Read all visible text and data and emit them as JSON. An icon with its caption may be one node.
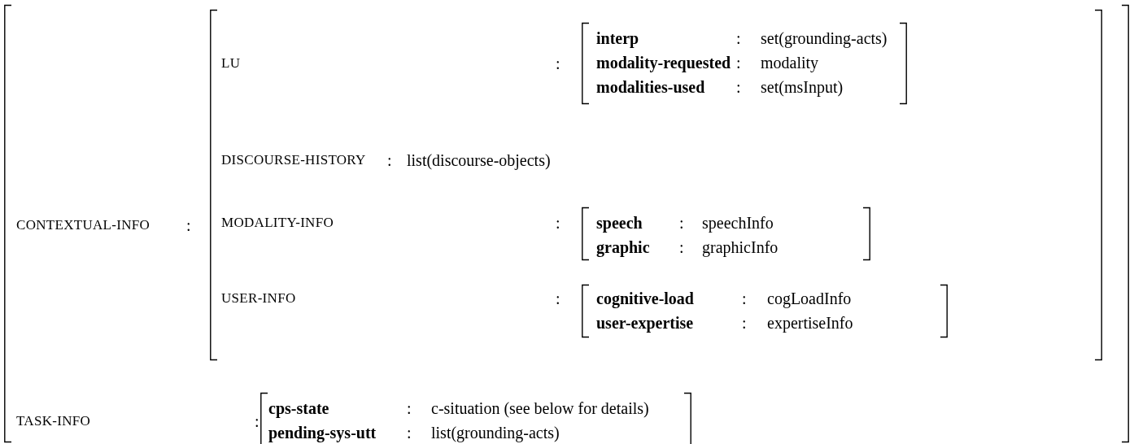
{
  "diagram": {
    "nodes": [
      {
        "text": [
          "CONTEXTUAL-INFO",
          ":",
          "TASK-INFO",
          ":"
        ]
      },
      {
        "text": [
          "LU",
          ":",
          "DISCOURSE-HISTORY",
          ":",
          "list(discourse-objects)",
          "MODALITY-INFO",
          ":",
          "USER-INFO",
          ":"
        ],
        "in": 0
      },
      {
        "text": [
          "interp",
          ":",
          "set(grounding-acts)",
          "modality-requested",
          ":",
          "modality",
          "modalities-used",
          ":",
          "set(msInput)"
        ],
        "in": 1
      },
      {
        "text": [
          "speech",
          ":",
          "speechInfo",
          "graphic",
          ":",
          "graphicInfo"
        ],
        "in": 1
      },
      {
        "text": [
          "cognitive-load",
          ":",
          "cogLoadInfo",
          "user-expertise",
          ":",
          "expertiseInfo"
        ],
        "in": 1
      },
      {
        "text": [
          "cps-state",
          ":",
          "c-situation (see below for details)",
          "pending-sys-utt",
          ":",
          "list(grounding-acts)"
        ],
        "in": 0
      }
    ]
  }
}
